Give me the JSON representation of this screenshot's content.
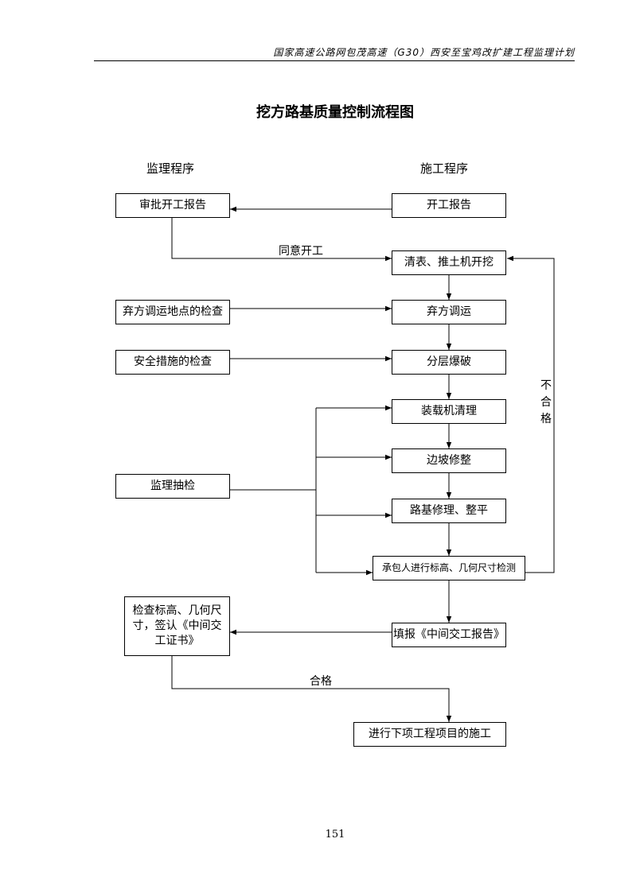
{
  "header": {
    "text": "国家高速公路网包茂高速（G30）西安至宝鸡改扩建工程监理计划"
  },
  "title": "挖方路基质量控制流程图",
  "columns": {
    "left": "监理程序",
    "right": "施工程序"
  },
  "boxes": {
    "approve_report": "审批开工报告",
    "start_report": "开工报告",
    "clear_excavate": "清表、推土机开挖",
    "spoil_check": "弃方调运地点的检查",
    "spoil_transport": "弃方调运",
    "safety_check": "安全措施的检查",
    "layer_blast": "分层爆破",
    "loader_clear": "装载机清理",
    "slope_trim": "边坡修整",
    "supervise_sample": "监理抽检",
    "subgrade_repair": "路基修理、整平",
    "contractor_check": "承包人进行标高、几何尺寸检测",
    "check_sign": "检查标高、几何尺寸，签认《中间交工证书》",
    "fill_report": "填报《中间交工报告》",
    "next_item": "进行下项工程项目的施工"
  },
  "labels": {
    "agree_start": "同意开工",
    "fail_chars": [
      "不",
      "合",
      "格"
    ],
    "pass": "合格"
  },
  "page_number": "151"
}
